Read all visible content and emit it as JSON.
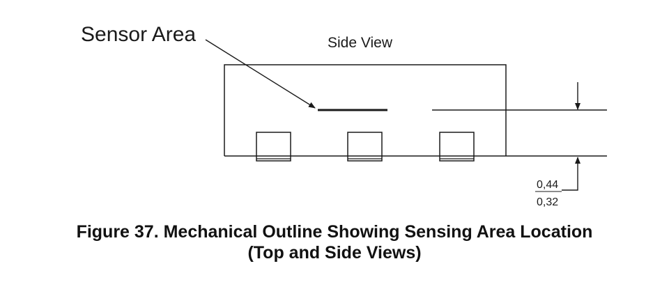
{
  "callout": {
    "sensor_area": "Sensor Area"
  },
  "view": {
    "title": "Side View"
  },
  "dimension": {
    "upper": "0,44",
    "lower": "0,32"
  },
  "caption": {
    "line1": "Figure 37.  Mechanical Outline Showing Sensing Area Location",
    "line2": "(Top and Side Views)"
  },
  "colors": {
    "ink": "#1a1a1a",
    "background": "#ffffff"
  }
}
